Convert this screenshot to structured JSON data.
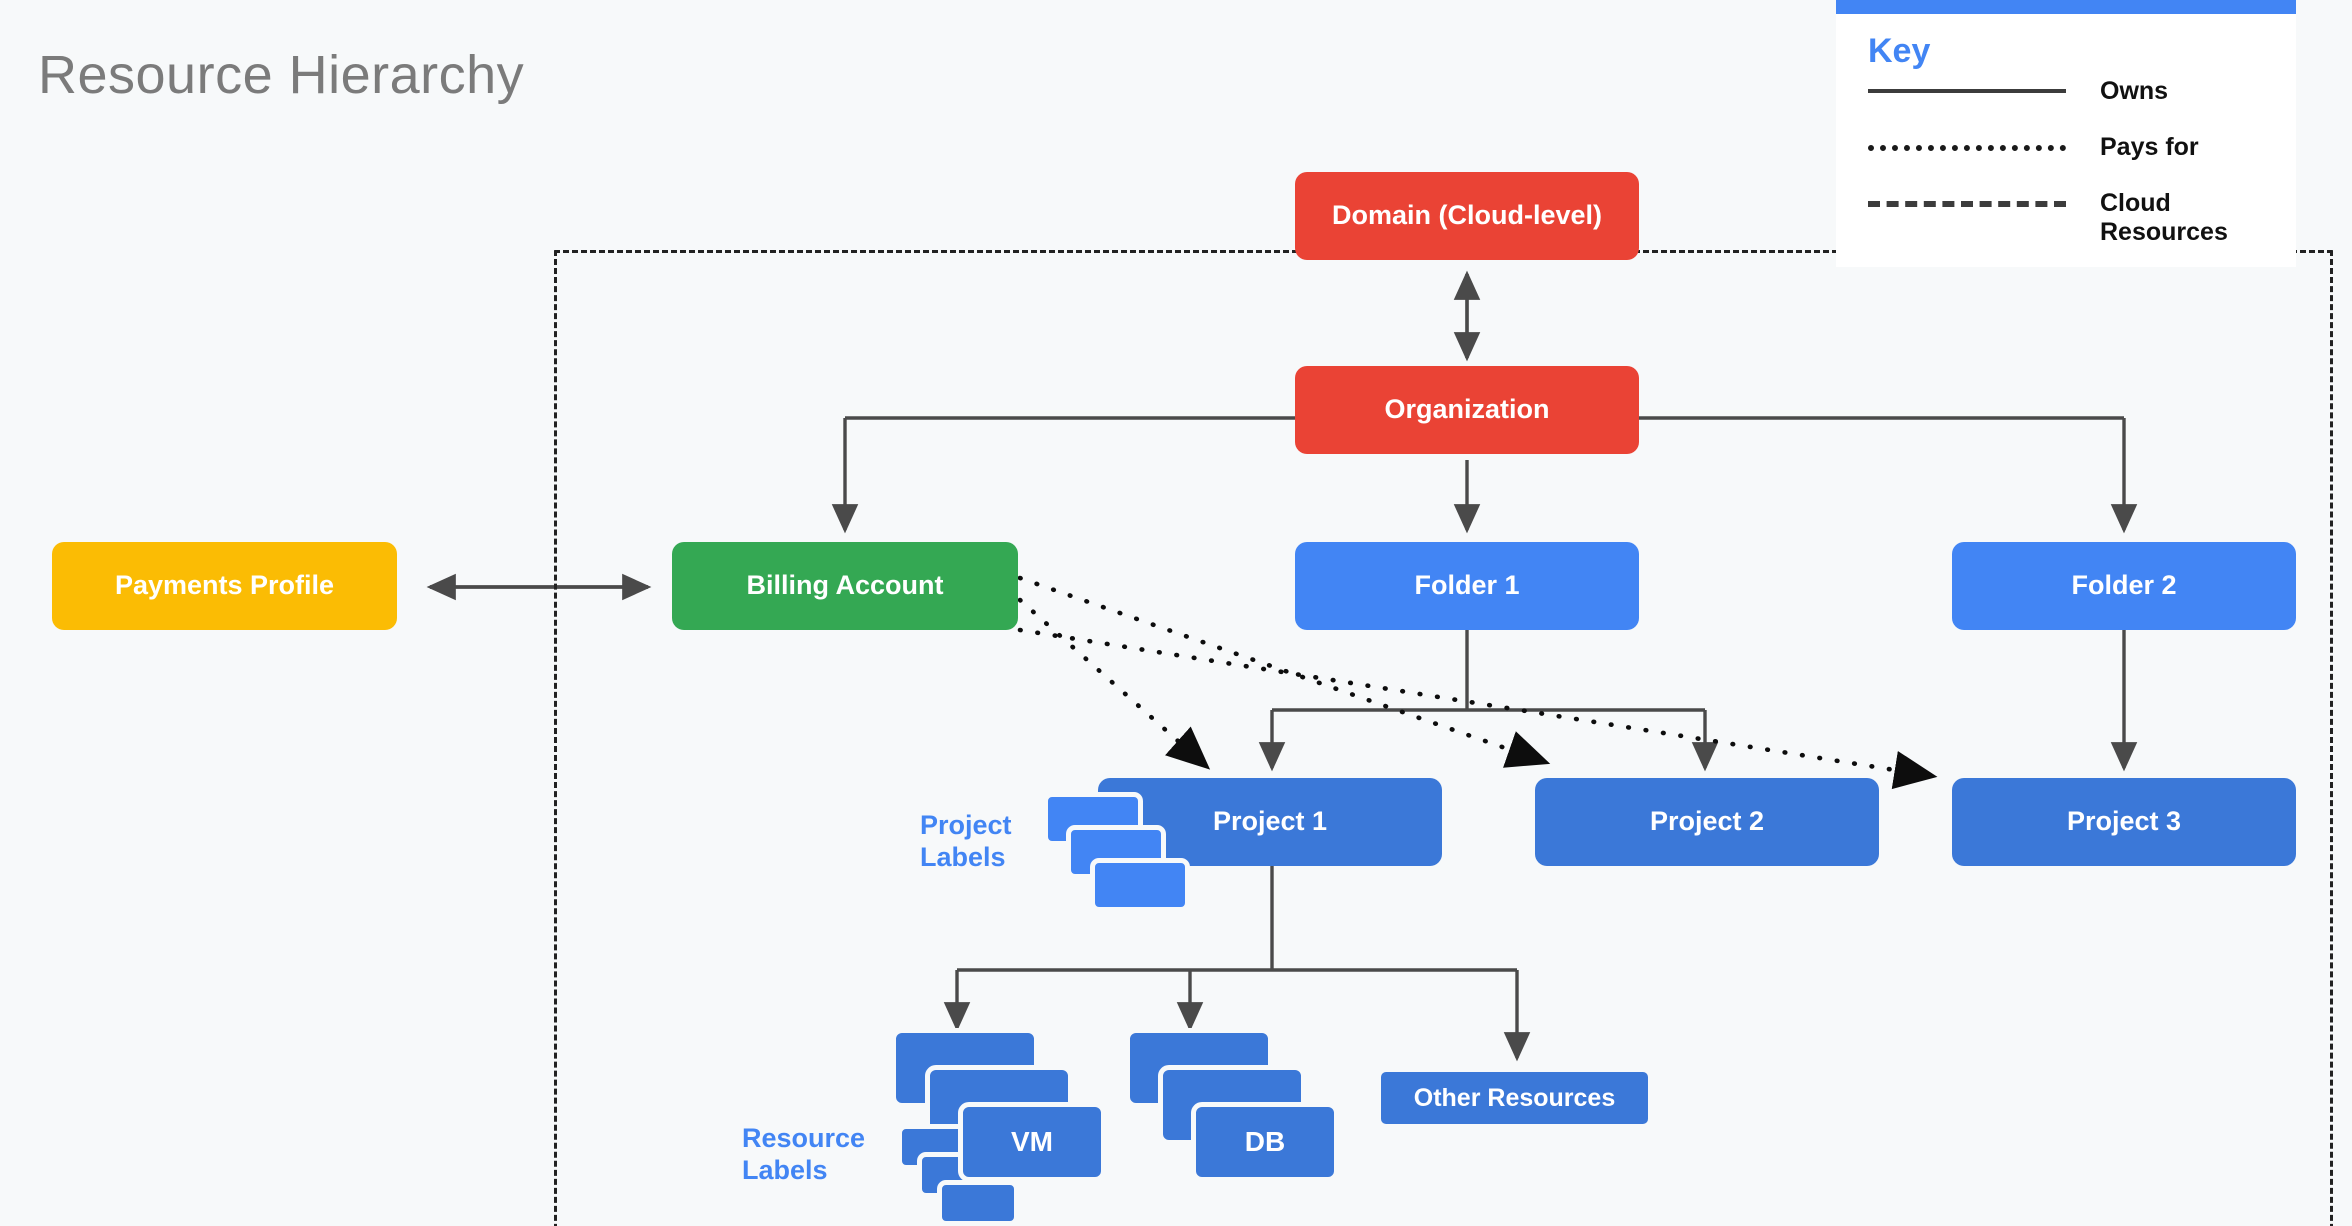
{
  "page": {
    "title": "Resource Hierarchy",
    "background": "#f7f9fa"
  },
  "legend": {
    "title": "Key",
    "accent_color": "#4285f4",
    "items": [
      {
        "style": "solid",
        "label": "Owns"
      },
      {
        "style": "dotted",
        "label": "Pays for"
      },
      {
        "style": "dashed",
        "label": "Cloud\nResources"
      }
    ]
  },
  "nodes": {
    "domain": {
      "label": "Domain (Cloud-level)",
      "color": "#ea4335"
    },
    "organization": {
      "label": "Organization",
      "color": "#ea4335"
    },
    "payments": {
      "label": "Payments Profile",
      "color": "#fbbc04"
    },
    "billing": {
      "label": "Billing Account",
      "color": "#34a853"
    },
    "folder1": {
      "label": "Folder 1",
      "color": "#4285f4"
    },
    "folder2": {
      "label": "Folder 2",
      "color": "#4285f4"
    },
    "project1": {
      "label": "Project 1",
      "color": "#3b78d8"
    },
    "project2": {
      "label": "Project 2",
      "color": "#3b78d8"
    },
    "project3": {
      "label": "Project 3",
      "color": "#3b78d8"
    },
    "vm": {
      "label": "VM",
      "color": "#3b78d8"
    },
    "db": {
      "label": "DB",
      "color": "#3b78d8"
    },
    "other": {
      "label": "Other Resources",
      "color": "#3b78d8"
    }
  },
  "annotations": {
    "project_labels": "Project\nLabels",
    "resource_labels": "Resource\nLabels",
    "label_color": "#4285f4"
  },
  "edges": {
    "owns": [
      "organization -> domain (bidirectional)",
      "organization -> billing",
      "organization -> folder1",
      "organization -> folder2",
      "folder1 -> project1",
      "folder1 -> project2",
      "folder2 -> project3",
      "project1 -> vm",
      "project1 -> db",
      "project1 -> other",
      "payments <-> billing"
    ],
    "pays_for": [
      "billing -> project1",
      "billing -> project2",
      "billing -> project3"
    ],
    "cloud_resources_boundary": "dashed rectangle enclosing Billing Account through resources"
  }
}
